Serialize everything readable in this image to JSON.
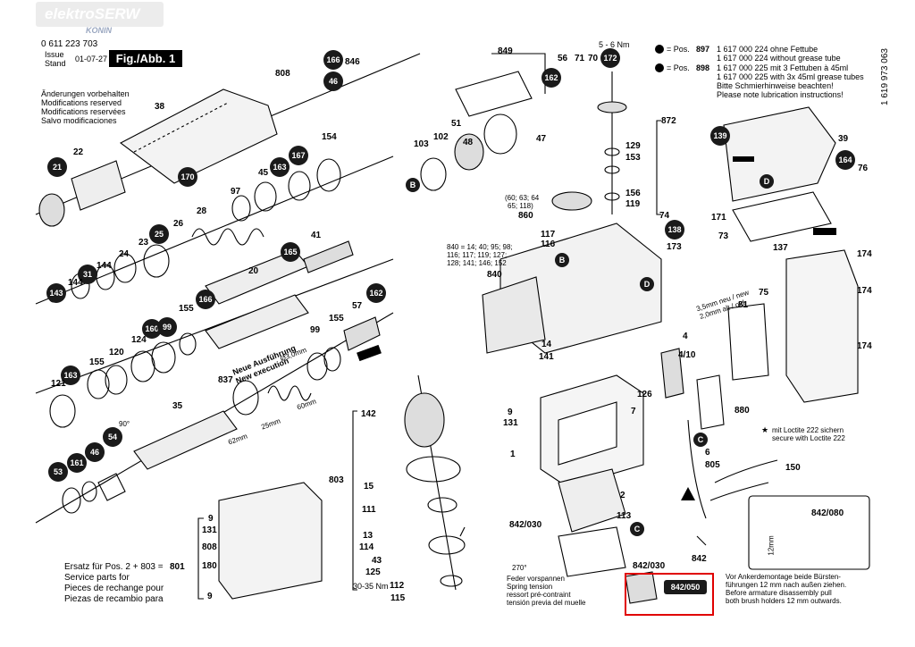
{
  "watermark": {
    "name": "elektroSERW",
    "city": "KONIN"
  },
  "header": {
    "doc_number": "0 611 223 703",
    "issue_label": "Issue",
    "stand_label": "Stand",
    "issue_date": "01-07-27",
    "figure_label": "Fig./Abb. 1"
  },
  "modifications": [
    "Änderungen vorbehalten",
    "Modifications reserved",
    "Modifications reservées",
    "Salvo modificaciones"
  ],
  "grease_notes": {
    "line1_prefix": "= Pos.",
    "pos1": "897",
    "part1": "1 617 000 224 ohne Fettube",
    "part1_en": "1 617 000 224 without grease tube",
    "line2_prefix": "= Pos.",
    "pos2": "898",
    "part2": "1 617 000 225 mit 3 Fettuben à 45ml",
    "part2_en": "1 617 000 225 with 3x 45ml grease tubes",
    "instruction_de": "Bitte Schmierhinweise beachten!",
    "instruction_en": "Please note lubrication instructions!"
  },
  "vertical_code": "1 619 973 063",
  "torque_top": "5 - 6 Nm",
  "torque_bottom": "30-35 Nm",
  "group_860": [
    "(60; 63; 64",
    "65; 118)"
  ],
  "group_840": [
    "840 = 14; 40; 95; 98;",
    "116; 117; 119; 127;",
    "128; 141; 146; 152"
  ],
  "new_execution": [
    "Neue Ausführung",
    "New execution"
  ],
  "brush_size": [
    "3,5mm neu / new",
    "2,0mm alt / old"
  ],
  "loctite": [
    "mit Loctite 222 sichern",
    "secure with Loctite 222"
  ],
  "spring_tension": [
    "Feder vorspannen",
    "Spring tension",
    "ressort pré-contraint",
    "tensión previa del muelle"
  ],
  "brush_notes": [
    "Vor Ankerdemontage beide Bürsten-",
    "führungen 12 mm nach außen ziehen.",
    "Before armature disassembly pull",
    "both brush holders 12 mm outwards."
  ],
  "service_parts": {
    "title": "Ersatz für Pos. 2 + 803 =",
    "code": "801",
    "lines": [
      "Service parts for",
      "Pieces de rechange pour",
      "Piezas de recambio para"
    ]
  },
  "dims": {
    "d1": "Ø3,0mm",
    "d2": "62mm",
    "d3": "25mm",
    "d4": "60mm",
    "deg": "90°",
    "angle": "270°",
    "mm12": "12mm"
  },
  "badges": [
    "166",
    "46",
    "21",
    "170",
    "163",
    "167",
    "25",
    "31",
    "143",
    "165",
    "166",
    "160",
    "99",
    "163",
    "162",
    "54",
    "46",
    "53",
    "161",
    "162",
    "172",
    "139",
    "164",
    "138",
    "B",
    "B",
    "C",
    "C",
    "D",
    "D"
  ],
  "parts": {
    "p808": "808",
    "p38": "38",
    "p22": "22",
    "p154": "154",
    "p45": "45",
    "p97": "97",
    "p28": "28",
    "p26": "26",
    "p23": "23",
    "p24": "24",
    "p144": "144",
    "p144b": "144",
    "p41": "41",
    "p20": "20",
    "p155": "155",
    "p124": "124",
    "p120": "120",
    "p155b": "155",
    "p121": "121",
    "p837": "837",
    "p99": "99",
    "p155c": "155",
    "p57": "57",
    "p35": "35",
    "p846": "846",
    "p849": "849",
    "p51": "51",
    "p48": "48",
    "p103": "103",
    "p102": "102",
    "p47": "47",
    "p56": "56",
    "p71": "71",
    "p70": "70",
    "p872": "872",
    "p129": "129",
    "p153": "153",
    "p156": "156",
    "p119": "119",
    "p860": "860",
    "p117": "117",
    "p116": "116",
    "p74": "74",
    "p173": "173",
    "p840": "840",
    "p14": "14",
    "p141": "141",
    "p39": "39",
    "p76": "76",
    "p171": "171",
    "p73": "73",
    "p137": "137",
    "p174a": "174",
    "p174b": "174",
    "p174c": "174",
    "p75": "75",
    "p81": "81",
    "p4": "4",
    "p410": "4/10",
    "p126": "126",
    "p880": "880",
    "p9": "9",
    "p131": "131",
    "p142": "142",
    "p803": "803",
    "p15": "15",
    "p111": "111",
    "p13": "13",
    "p114": "114",
    "p43": "43",
    "p125": "125",
    "p112": "112",
    "p115": "115",
    "p1": "1",
    "p2": "2",
    "p113": "113",
    "p7": "7",
    "p6": "6",
    "p805": "805",
    "p150": "150",
    "p842030a": "842/030",
    "p842030b": "842/030",
    "p842": "842",
    "p842080": "842/080",
    "p842050": "842/050",
    "p9b": "9",
    "p131b": "131",
    "p808b": "808",
    "p180": "180",
    "p9c": "9"
  }
}
